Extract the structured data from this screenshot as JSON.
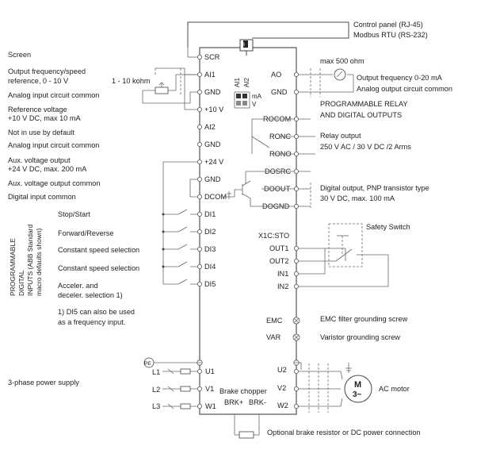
{
  "top_labels": {
    "control_panel": "Control panel (RJ-45)",
    "modbus": "Modbus RTU (RS-232)"
  },
  "left_labels": {
    "screen": "Screen",
    "output_freq_line1": "Output frequency/speed",
    "output_freq_line2": "reference, 0 - 10 V",
    "pot": "1 - 10 kohm",
    "analog_common_1": "Analog input circuit common",
    "ref_voltage_line1": "Reference voltage",
    "ref_voltage_line2": "+10 V DC, max 10 mA",
    "not_in_use": "Not in use by default",
    "analog_common_2": "Analog input circuit common",
    "aux_out_line1": "Aux. voltage output",
    "aux_out_line2": "+24 V DC, max. 200 mA",
    "aux_common": "Aux. voltage output common",
    "digital_common": "Digital input common",
    "stop_start": "Stop/Start",
    "fwd_rev": "Forward/Reverse",
    "const_speed_1": "Constant speed selection",
    "const_speed_2": "Constant speed selection",
    "accel_line1": "Acceler. and",
    "accel_line2": "deceler. selection 1)",
    "note_line1": "1) DI5 can also be used",
    "note_line2": "as a frequency input.",
    "prog_line1": "PROGRAMMABLE",
    "prog_line2": "DIGITAL",
    "prog_line3": "INPUTS (ABB Standard",
    "prog_line4": "macro defaults shown)",
    "power_supply": "3-phase power supply"
  },
  "left_terminals": [
    "SCR",
    "AI1",
    "GND",
    "+10 V",
    "AI2",
    "GND",
    "+24 V",
    "GND",
    "DCOM",
    "DI1",
    "DI2",
    "DI3",
    "DI4",
    "DI5"
  ],
  "jumper": {
    "ai1": "AI1",
    "ai2": "AI2",
    "ma": "mA",
    "v": "V"
  },
  "right_terminals": {
    "ao": "AO",
    "gnd": "GND",
    "rocom": "ROCOM",
    "ronc": "RONC",
    "rono": "RONO",
    "dosrc": "DOSRC",
    "doout": "DOOUT",
    "dognd": "DOGND",
    "x1c_sto": "X1C:STO",
    "out1": "OUT1",
    "out2": "OUT2",
    "in1": "IN1",
    "in2": "IN2",
    "emc": "EMC",
    "var": "VAR"
  },
  "right_labels": {
    "max_ohm": "max 500 ohm",
    "ao_freq": "Output frequency 0-20 mA",
    "ao_common": "Analog output circuit common",
    "prog_relay_line1": "PROGRAMMABLE RELAY",
    "prog_relay_line2": "AND DIGITAL OUTPUTS",
    "relay_out_line1": "Relay output",
    "relay_out_line2": "250 V AC / 30 V DC /2 Arms",
    "digital_out_line1": "Digital output, PNP transistor type",
    "digital_out_line2": "30 V DC, max. 100 mA",
    "safety_switch": "Safety Switch",
    "emc_screw": "EMC filter grounding screw",
    "var_screw": "Varistor grounding screw",
    "ac_motor": "AC motor",
    "motor_m": "M",
    "motor_3": "3~"
  },
  "power": {
    "pe": "PE",
    "l1": "L1",
    "l2": "L2",
    "l3": "L3",
    "u1": "U1",
    "v1": "V1",
    "w1": "W1",
    "u2": "U2",
    "v2": "V2",
    "w2": "W2",
    "brake_chopper": "Brake chopper",
    "brk_plus": "BRK+",
    "brk_minus": "BRK-",
    "brake_resistor": "Optional brake resistor or DC power connection"
  }
}
